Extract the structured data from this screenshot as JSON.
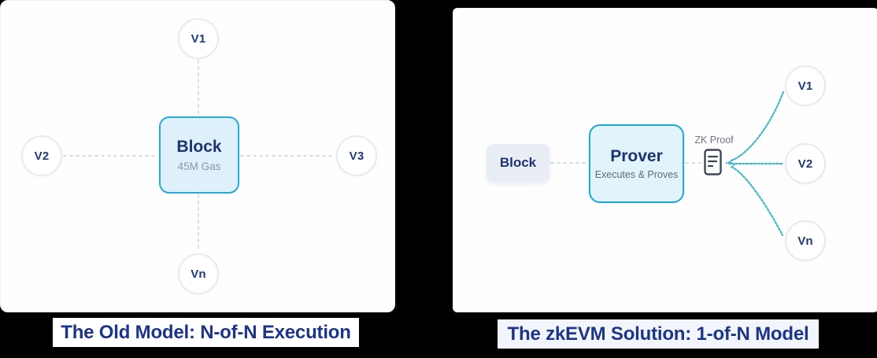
{
  "panels": {
    "old_model": {
      "caption": "The Old Model: N-of-N Execution",
      "block": {
        "title": "Block",
        "subtitle": "45M Gas"
      },
      "validators": [
        {
          "label": "V1"
        },
        {
          "label": "V2"
        },
        {
          "label": "V3"
        },
        {
          "label": "Vn"
        }
      ]
    },
    "zkevm": {
      "caption": "The zkEVM Solution: 1-of-N Model",
      "block_label": "Block",
      "prover": {
        "title": "Prover",
        "subtitle": "Executes & Proves"
      },
      "zk_proof_label": "ZK Proof",
      "zk_proof_icon": "document-icon",
      "validators": [
        {
          "label": "V1"
        },
        {
          "label": "V2"
        },
        {
          "label": "Vn"
        }
      ]
    }
  },
  "colors": {
    "background": "#000000",
    "card": "#fefefe",
    "navy_text": "#1d3470",
    "caption_navy": "#1c3588",
    "accent_cyan_border": "#1ba9da",
    "light_blue_fill": "#e1f4fc",
    "gray_block_fill": "#e9edf4",
    "dashed_line_gray": "#d8dce2",
    "dot_teal": "#3cc4a6",
    "dot_blue": "#4fb0e4",
    "subtitle_gray": "#8b96a6",
    "caption_right_bg": "#f2f6fc"
  }
}
